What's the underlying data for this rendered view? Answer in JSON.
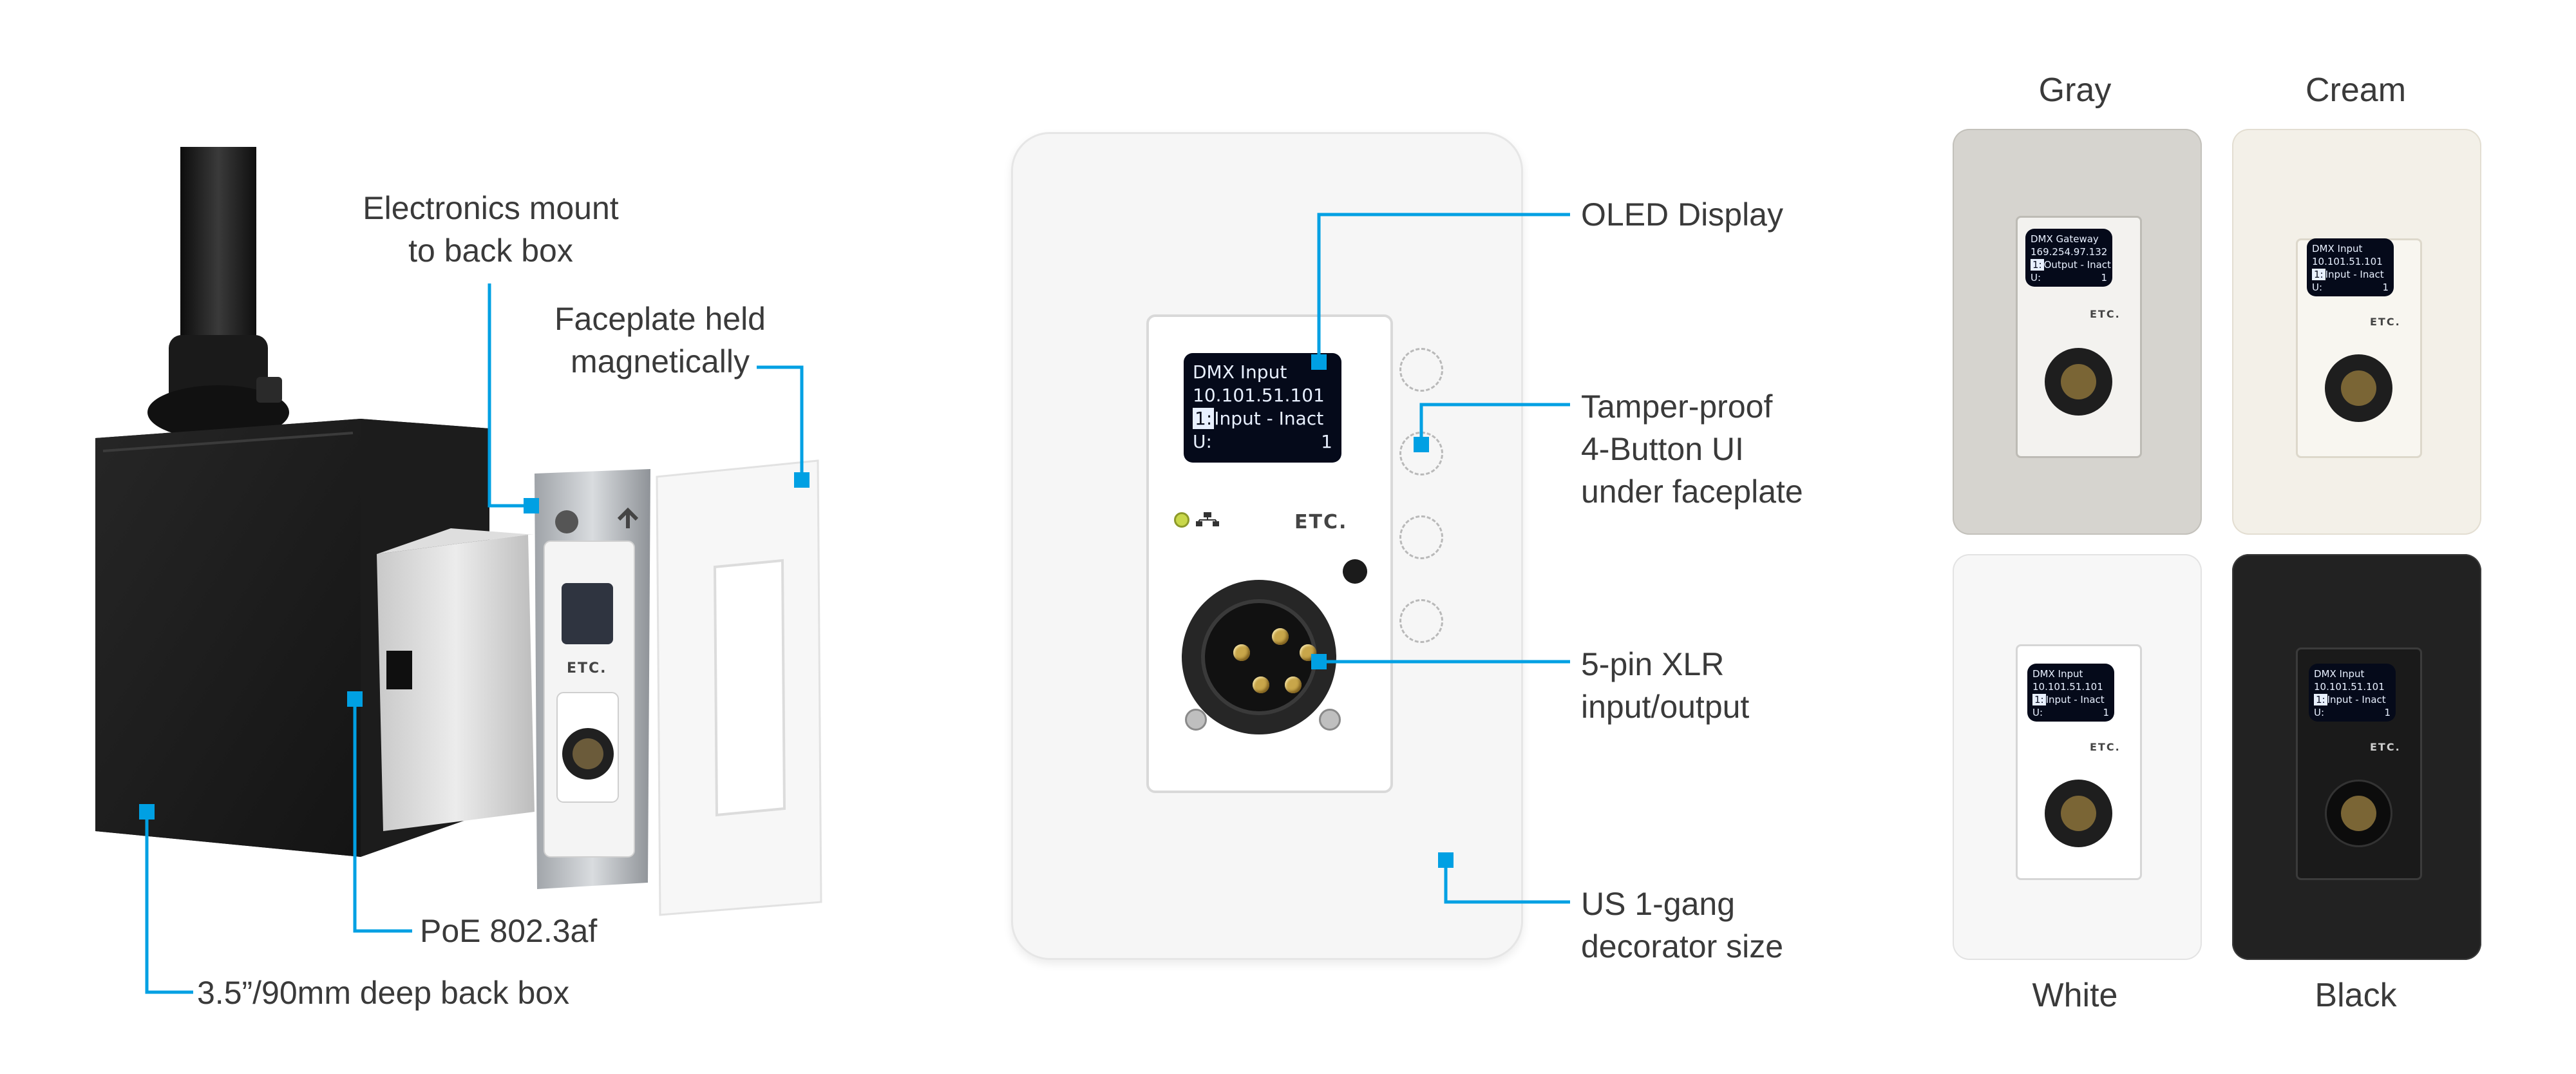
{
  "left_diagram": {
    "callouts": {
      "electronics_line1": "Electronics mount",
      "electronics_line2": "to back box",
      "faceplate_line1": "Faceplate held",
      "faceplate_line2": "magnetically",
      "poe": "PoE 802.3af",
      "backbox": "3.5”/90mm deep back box"
    },
    "device_logo": "ETC."
  },
  "center_diagram": {
    "callouts": {
      "oled": "OLED Display",
      "tamper_line1": "Tamper-proof",
      "tamper_line2": "4-Button UI",
      "tamper_line3": "under faceplate",
      "xlr_line1": "5-pin XLR",
      "xlr_line2": "input/output",
      "us_line1": "US 1-gang",
      "us_line2": "decorator size"
    },
    "display": {
      "line1": "DMX Input",
      "line2": "10.101.51.101",
      "line3_prefix": "1:",
      "line3": "Input - Inact",
      "line4_left": "U:",
      "line4_right": "1"
    },
    "logo": "ETC."
  },
  "variants": [
    {
      "name": "Gray",
      "display": {
        "line1": "DMX Gateway",
        "line2": "169.254.97.132",
        "line3_prefix": "1:",
        "line3": "Output - Inact",
        "line4_left": "U:",
        "line4_right": "1"
      },
      "logo": "ETC."
    },
    {
      "name": "Cream",
      "display": {
        "line1": "DMX Input",
        "line2": "10.101.51.101",
        "line3_prefix": "1:",
        "line3": "Input - Inact",
        "line4_left": "U:",
        "line4_right": "1"
      },
      "logo": "ETC."
    },
    {
      "name": "White",
      "display": {
        "line1": "DMX Input",
        "line2": "10.101.51.101",
        "line3_prefix": "1:",
        "line3": "Input - Inact",
        "line4_left": "U:",
        "line4_right": "1"
      },
      "logo": "ETC."
    },
    {
      "name": "Black",
      "display": {
        "line1": "DMX Input",
        "line2": "10.101.51.101",
        "line3_prefix": "1:",
        "line3": "Input - Inact",
        "line4_left": "U:",
        "line4_right": "1"
      },
      "logo": "ETC."
    }
  ],
  "colors": {
    "accent": "#00a0e3",
    "gray_plate": "#d6d4cf",
    "cream_plate": "#f3f0e8",
    "white_plate": "#f7f7f7",
    "black_plate": "#222222"
  }
}
